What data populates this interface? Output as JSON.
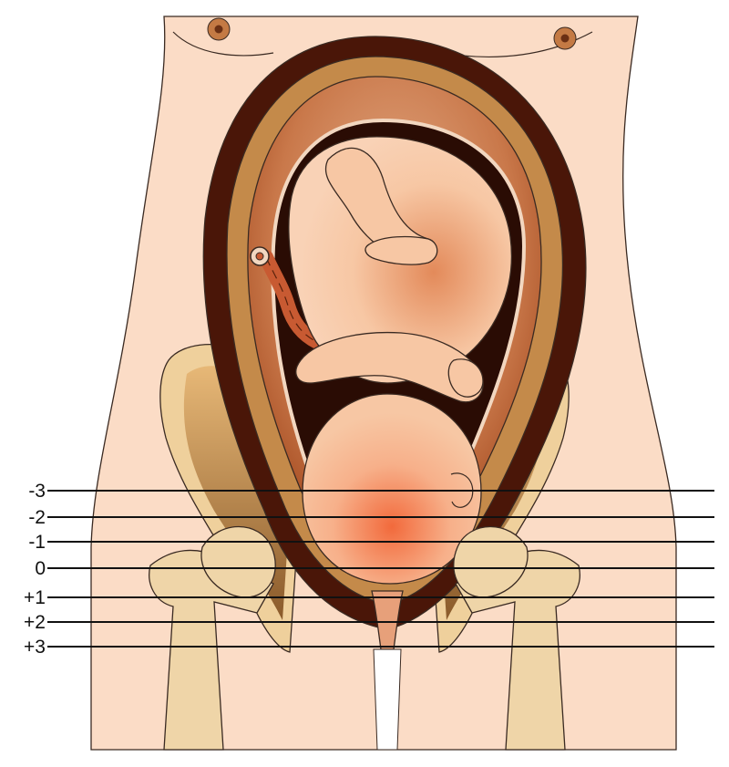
{
  "diagram": {
    "stations": [
      {
        "label": "-3",
        "value": -3
      },
      {
        "label": "-2",
        "value": -2
      },
      {
        "label": "-1",
        "value": -1
      },
      {
        "label": "0",
        "value": 0
      },
      {
        "label": "+1",
        "value": 1
      },
      {
        "label": "+2",
        "value": 2
      },
      {
        "label": "+3",
        "value": 3
      }
    ],
    "colors": {
      "skin": "#fbdcc6",
      "bone": "#efd09c",
      "bone_shade": "#d9a65e",
      "uterus_outer": "#4a1608",
      "uterus_wall": "#a84f24",
      "uterus_inner": "#c9784a",
      "fetus": "#f7c7a4",
      "fetus_shadow": "#e88a5c",
      "cord": "#c85a32",
      "line": "#111111"
    }
  }
}
